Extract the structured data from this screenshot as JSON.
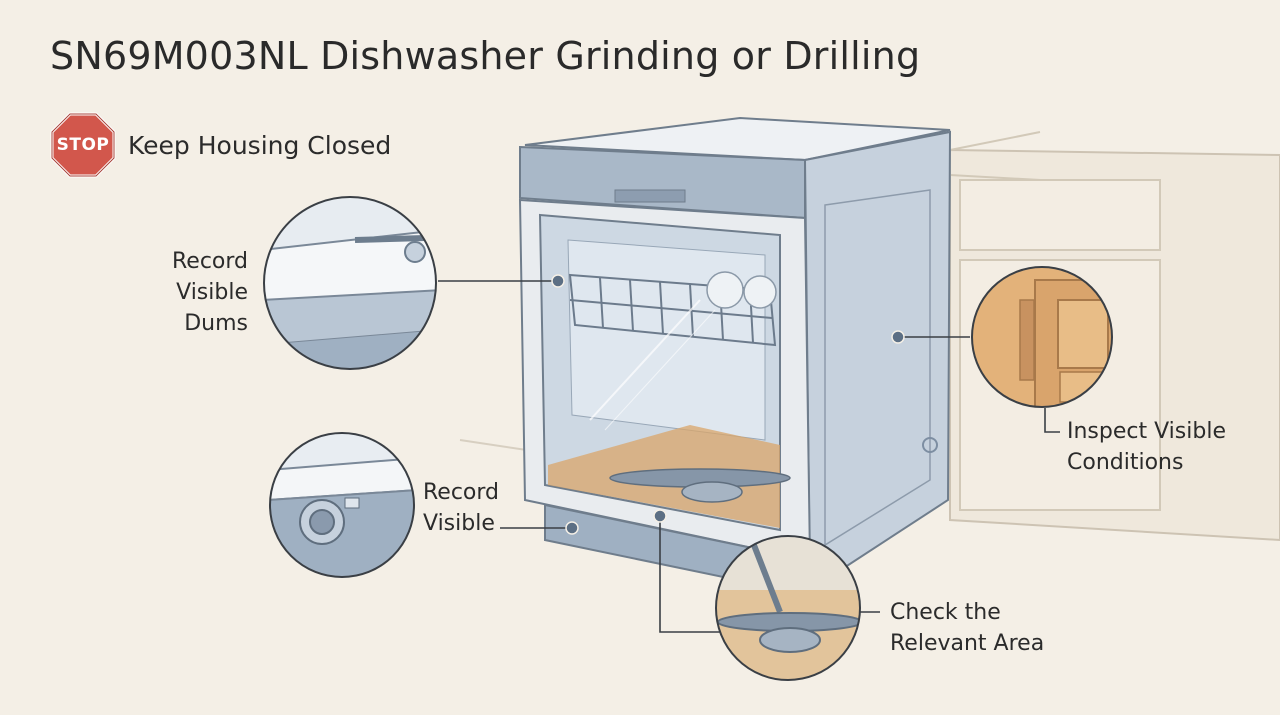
{
  "title": "SN69M003NL Dishwasher Grinding or Drilling",
  "warning": {
    "sign_text": "STOP",
    "label": "Keep Housing Closed",
    "color": "#d2574c"
  },
  "callouts": [
    {
      "id": "top-rack",
      "lines": [
        "Record",
        "Visible",
        "Dums"
      ]
    },
    {
      "id": "bottom-filter",
      "lines": [
        "Record",
        "Visible"
      ]
    },
    {
      "id": "side-panel",
      "lines": [
        "Inspect Visible",
        "Conditions"
      ]
    },
    {
      "id": "spray-arm",
      "lines": [
        "Check the",
        "Relevant Area"
      ]
    }
  ],
  "colors": {
    "background": "#f4efe6",
    "appliance": "#b9c6d4",
    "appliance_dark": "#7d8ea2",
    "highlight": "#d9a56a",
    "line": "#3a3f45"
  }
}
